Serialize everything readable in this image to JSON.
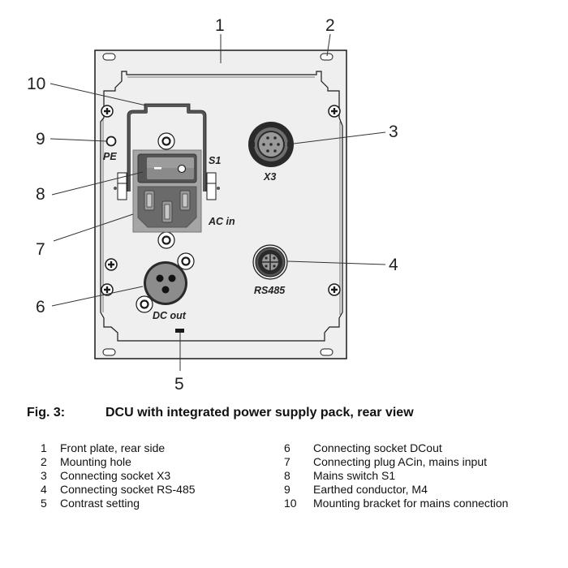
{
  "figure": {
    "number_label": "Fig. 3:",
    "title": "DCU with integrated power supply pack, rear view"
  },
  "panel_labels": {
    "pe": "PE",
    "s1": "S1",
    "x3": "X3",
    "ac_in": "AC in",
    "rs485": "RS485",
    "dc_out": "DC out"
  },
  "callouts": [
    "1",
    "2",
    "3",
    "4",
    "5",
    "6",
    "7",
    "8",
    "9",
    "10"
  ],
  "legend": {
    "left": [
      {
        "num": "1",
        "text": "Front plate, rear side"
      },
      {
        "num": "2",
        "text": "Mounting hole"
      },
      {
        "num": "3",
        "text": "Connecting socket X3"
      },
      {
        "num": "4",
        "text": "Connecting socket RS-485"
      },
      {
        "num": "5",
        "text": "Contrast setting"
      }
    ],
    "right": [
      {
        "num": "6",
        "text": "Connecting socket DCout"
      },
      {
        "num": "7",
        "text": "Connecting plug ACin, mains input"
      },
      {
        "num": "8",
        "text": "Mains switch S1"
      },
      {
        "num": "9",
        "text": "Earthed conductor, M4"
      },
      {
        "num": "10",
        "text": "Mounting bracket for mains connection"
      }
    ]
  },
  "colors": {
    "panel": "#efefef",
    "outline": "#1a1a1a",
    "connector_dark": "#2a2a2a",
    "connector_gray": "#8c8c8c",
    "module_gray": "#9a9a9a"
  }
}
